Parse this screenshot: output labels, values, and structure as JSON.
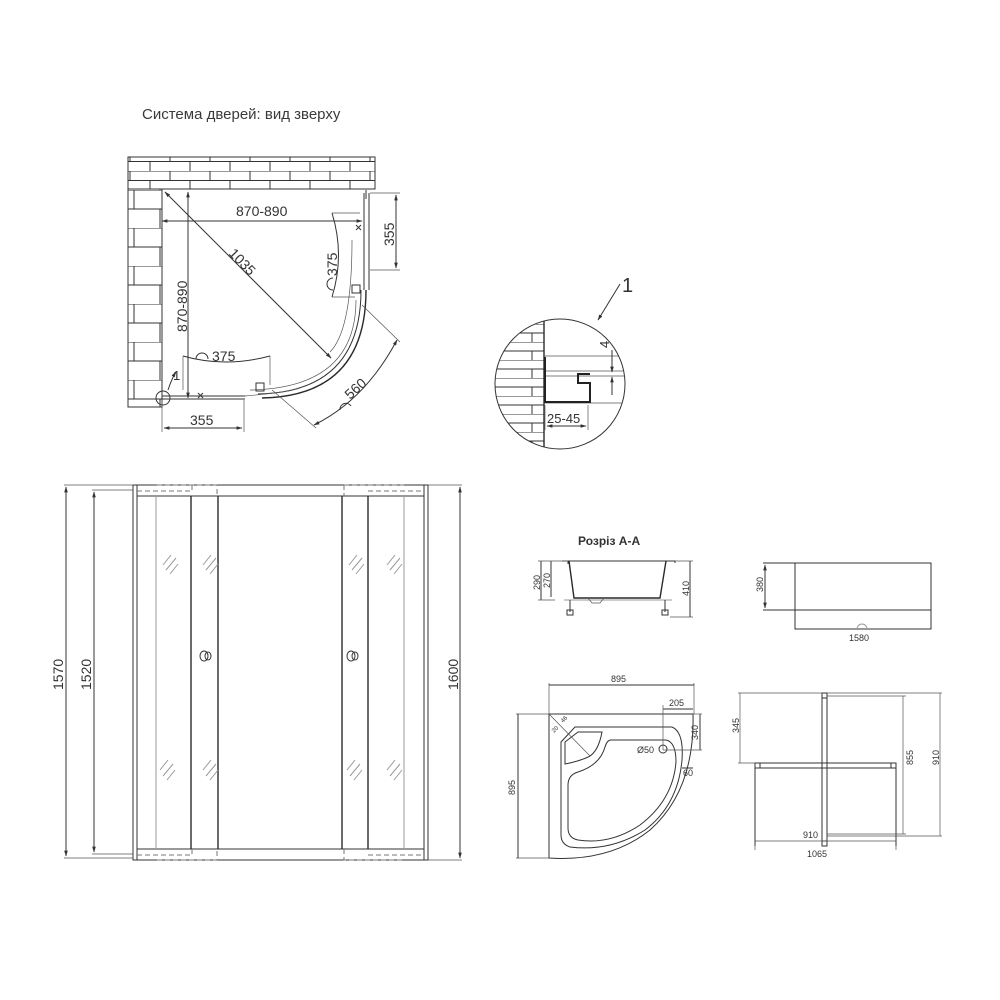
{
  "top_view": {
    "title": "Система дверей: вид зверху",
    "dim_width": "870-890",
    "dim_depth": "870-890",
    "dim_diagonal": "1035",
    "dim_door_right": "375",
    "dim_door_bottom": "375",
    "dim_fixed_right": "355",
    "dim_fixed_bottom": "355",
    "dim_opening": "560",
    "callout_marker": "1"
  },
  "detail_1": {
    "callout": "1",
    "dim_gap": "4",
    "dim_profile": "25-45"
  },
  "front_elevation": {
    "dim_outer_height": "1570",
    "dim_inner_height": "1520",
    "dim_total_height": "1600"
  },
  "tray_section": {
    "title": "Розріз А-А",
    "dim_rim_height": "290",
    "dim_inner_depth": "270",
    "dim_total_height": "410"
  },
  "tray_side": {
    "dim_height": "380",
    "dim_length": "1580"
  },
  "tray_plan": {
    "dim_width": "895",
    "dim_depth": "895",
    "dim_drain_offset_x": "205",
    "dim_drain_offset_y": "340",
    "dim_drain_diameter": "Ø50",
    "dim_rim": "60",
    "dim_corner_a": "46",
    "dim_corner_b": "20"
  },
  "frame_plan": {
    "dim_offset": "345",
    "dim_inner": "855",
    "dim_outer": "910",
    "dim_width_inner": "910",
    "dim_width_outer": "1065"
  }
}
